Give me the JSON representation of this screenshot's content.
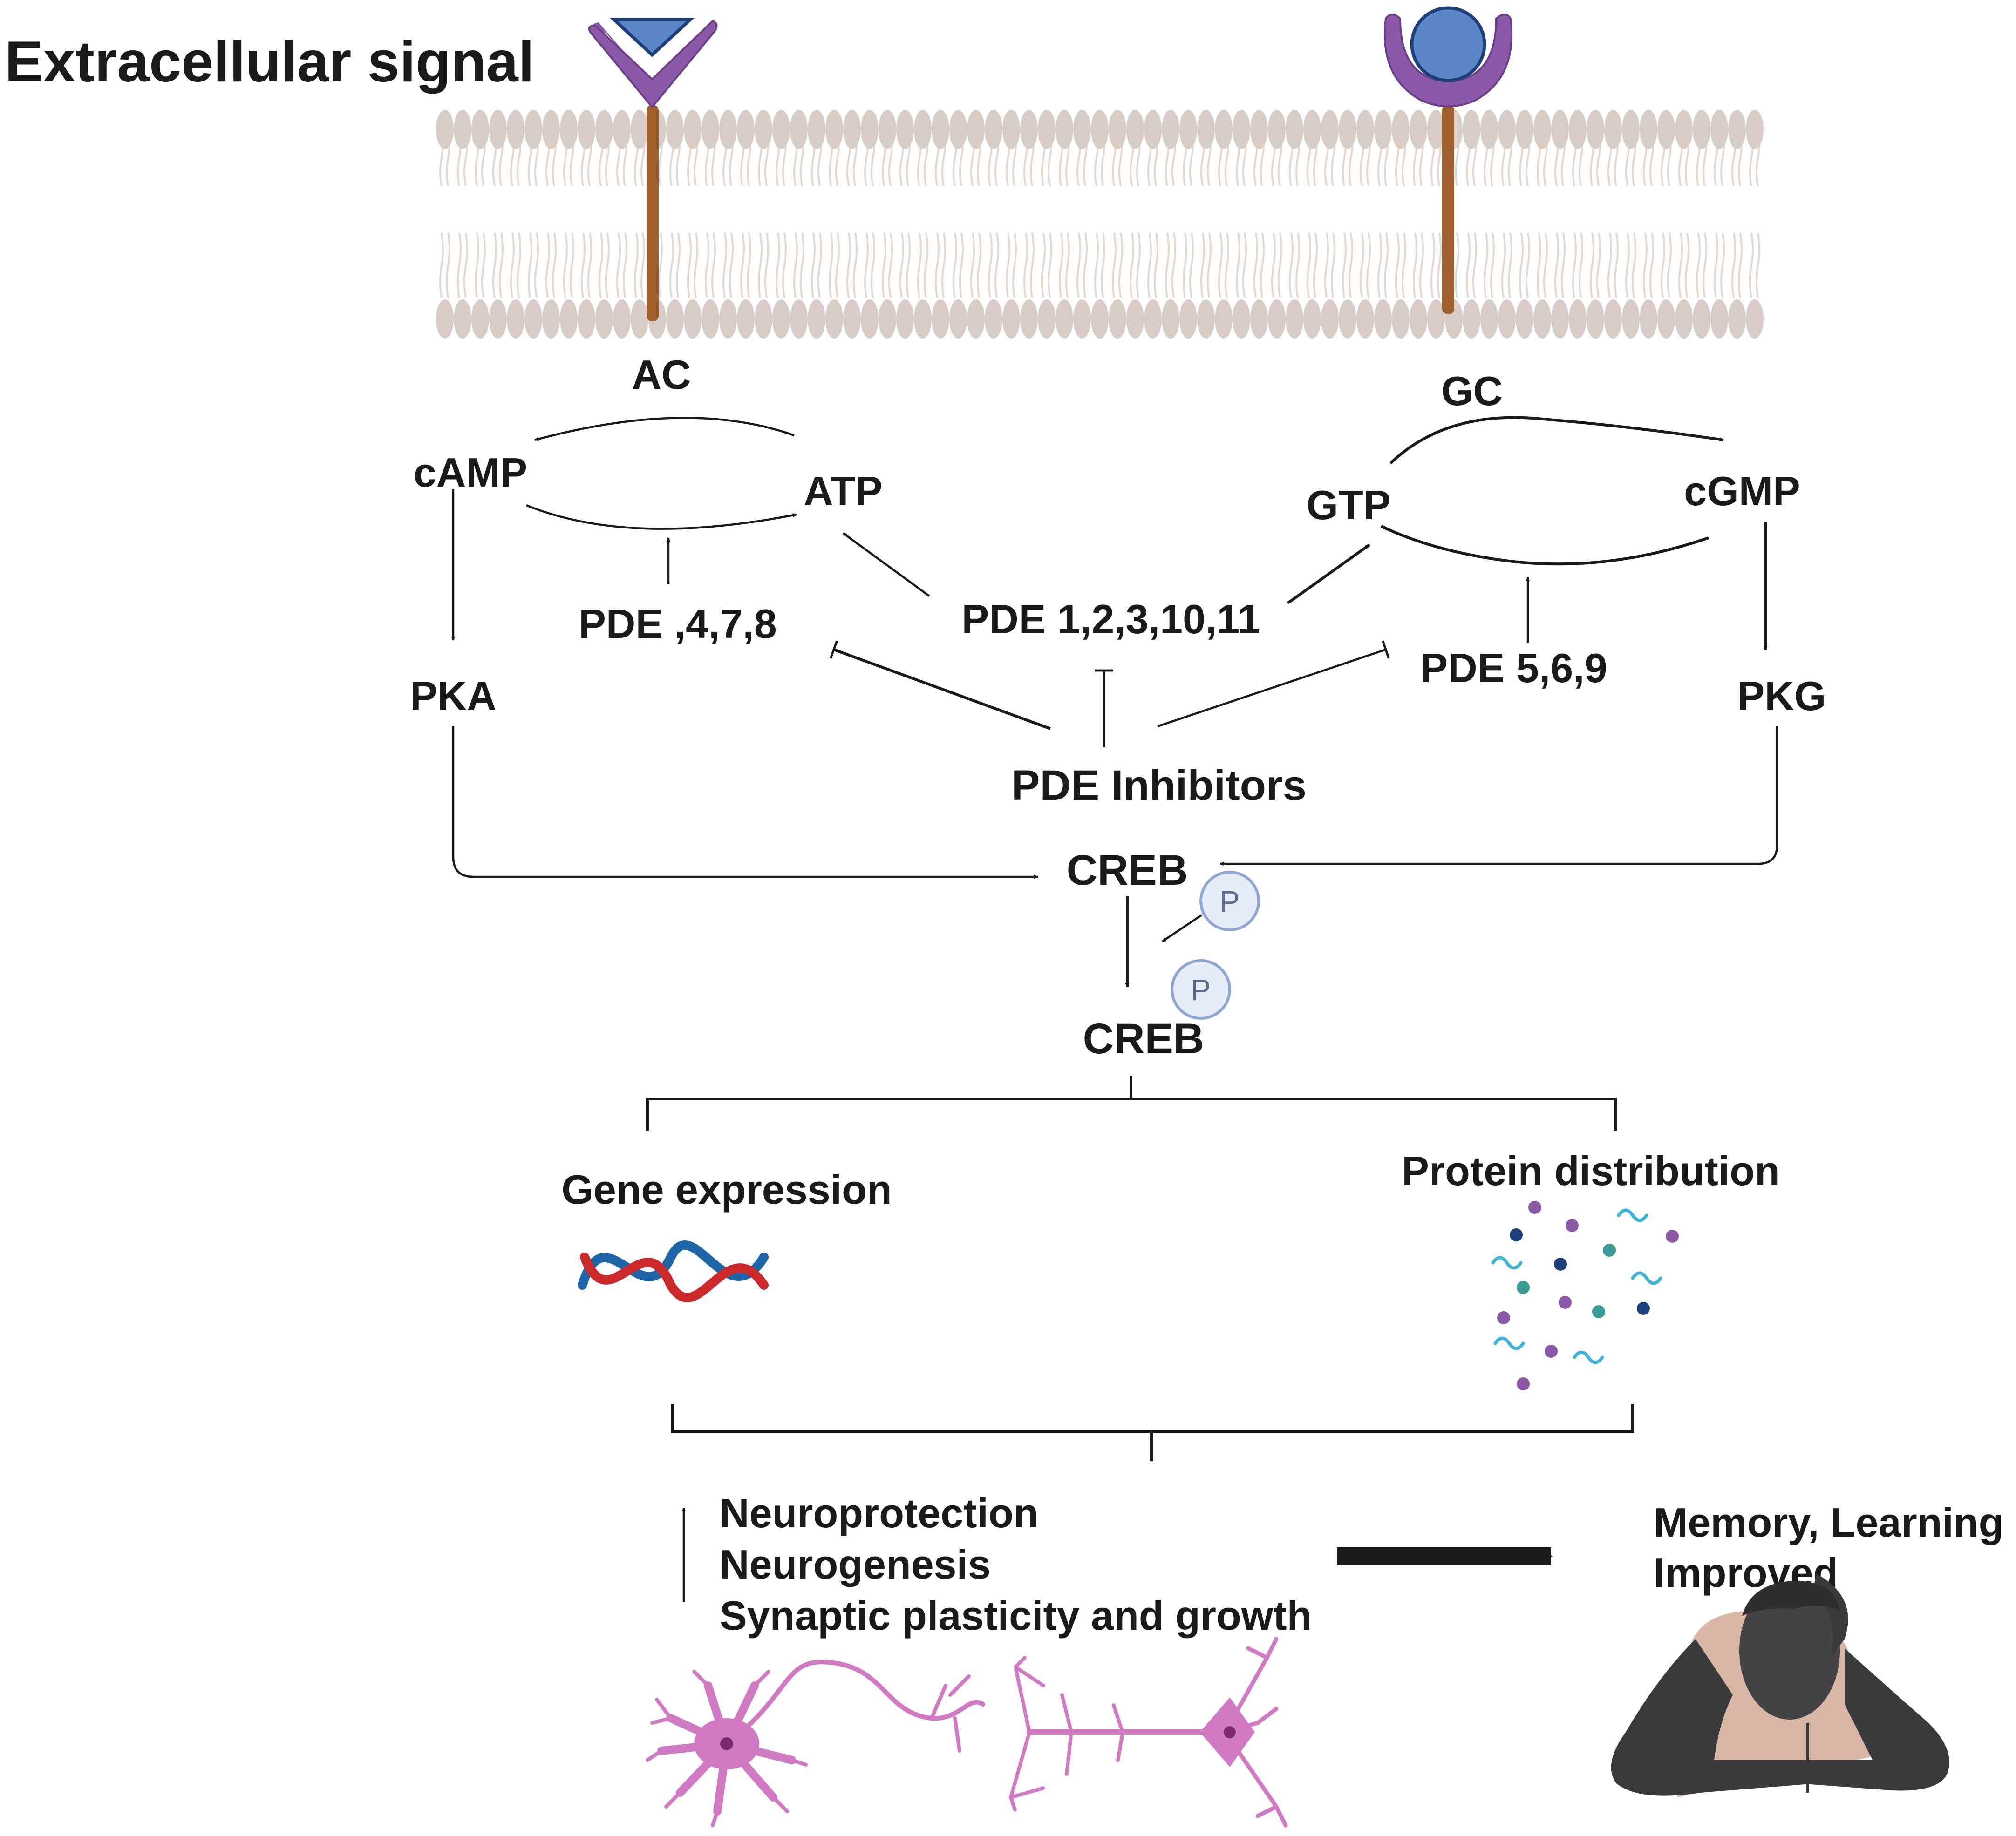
{
  "title": "Extracellular signal",
  "enzymes": {
    "ac": "AC",
    "gc": "GC"
  },
  "molecules": {
    "camp": "cAMP",
    "atp": "ATP",
    "gtp": "GTP",
    "cgmp": "cGMP",
    "pka": "PKA",
    "pkg": "PKG"
  },
  "pde": {
    "group_left": "PDE ,4,7,8",
    "group_mid": "PDE 1,2,3,10,11",
    "group_right": "PDE 5,6,9",
    "inhibitors": "PDE Inhibitors"
  },
  "creb": {
    "creb_top": "CREB",
    "creb_bottom": "CREB",
    "phosphate_1": "P",
    "phosphate_2": "P"
  },
  "outcomes": {
    "gene_expression": "Gene expression",
    "protein_distribution": "Protein distribution",
    "effects": [
      "Neuroprotection",
      "Neurogenesis",
      "Synaptic plasticity and growth"
    ],
    "result_line1": "Memory, Learning",
    "result_line2": "Improved"
  },
  "colors": {
    "membrane_head": "#d7cdc6",
    "membrane_tail": "#e2d9d2",
    "receptor_purple": "#8a5aa8",
    "receptor_stem": "#a0602e",
    "ligand_blue": "#5b86c8",
    "phosphate_fill": "#e6ecf8",
    "phosphate_stroke": "#8ea6d6",
    "dna_red": "#cc2a2a",
    "dna_blue": "#1f66a8",
    "neuron_pink": "#d07ac4",
    "person_dark": "#3a3a3a",
    "person_shirt": "#d9b7a6"
  }
}
